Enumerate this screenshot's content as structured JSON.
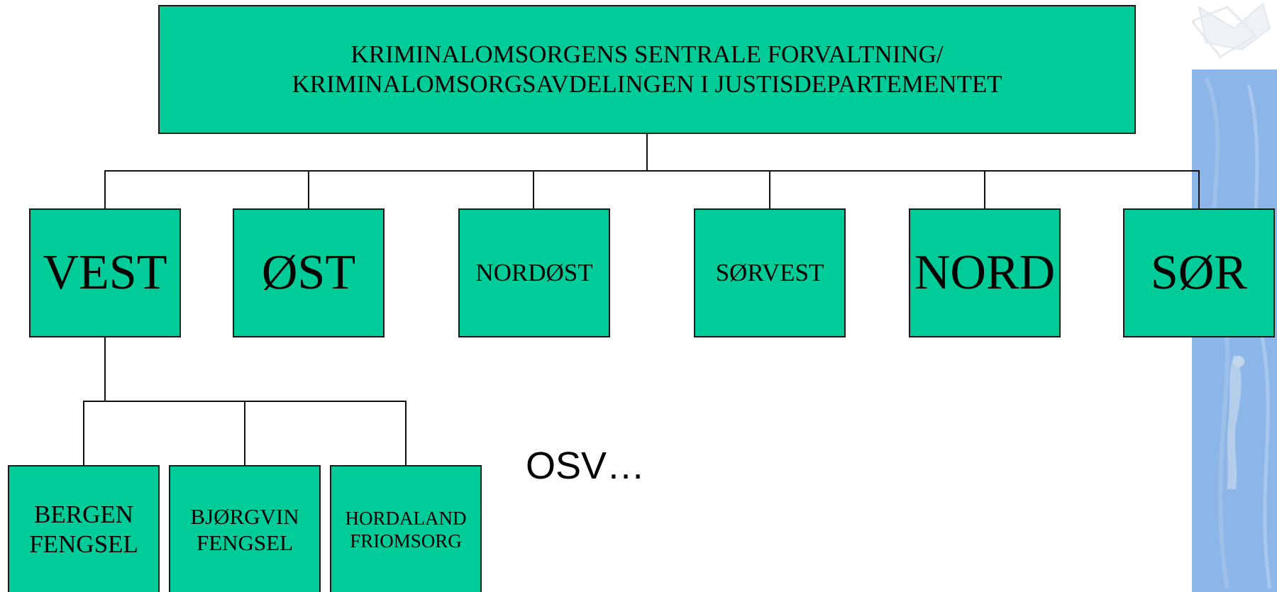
{
  "colors": {
    "box_fill": "#00CC99",
    "connector": "#111111",
    "side_panel": "#8DB6E8"
  },
  "root": {
    "line1": "KRIMINALOMSORGENS SENTRALE FORVALTNING/",
    "line2": "KRIMINALOMSORGSAVDELINGEN I JUSTISDEPARTEMENTET"
  },
  "regions": [
    "VEST",
    "ØST",
    "NORDØST",
    "SØRVEST",
    "NORD",
    "SØR"
  ],
  "units": [
    {
      "line1": "BERGEN",
      "line2": "FENGSEL"
    },
    {
      "line1": "BJØRGVIN",
      "line2": "FENGSEL"
    },
    {
      "line1": "HORDALAND",
      "line2": "FRIOMSORG"
    }
  ],
  "continuation_text": "OSV…",
  "decoration": {
    "icon": "faded-statue-emblem-icon"
  }
}
